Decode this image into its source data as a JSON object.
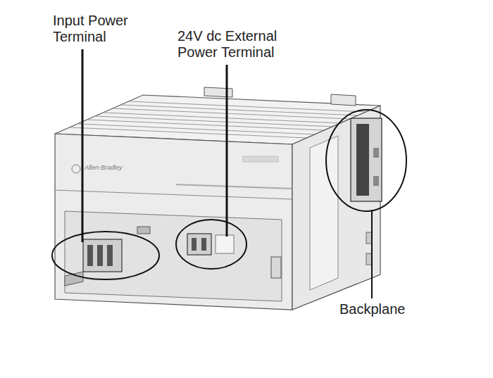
{
  "diagram": {
    "labels": [
      "Input Power Terminal",
      "24V dc External Power Terminal",
      "Backplane",
      "Allen-Bradley"
    ]
  }
}
